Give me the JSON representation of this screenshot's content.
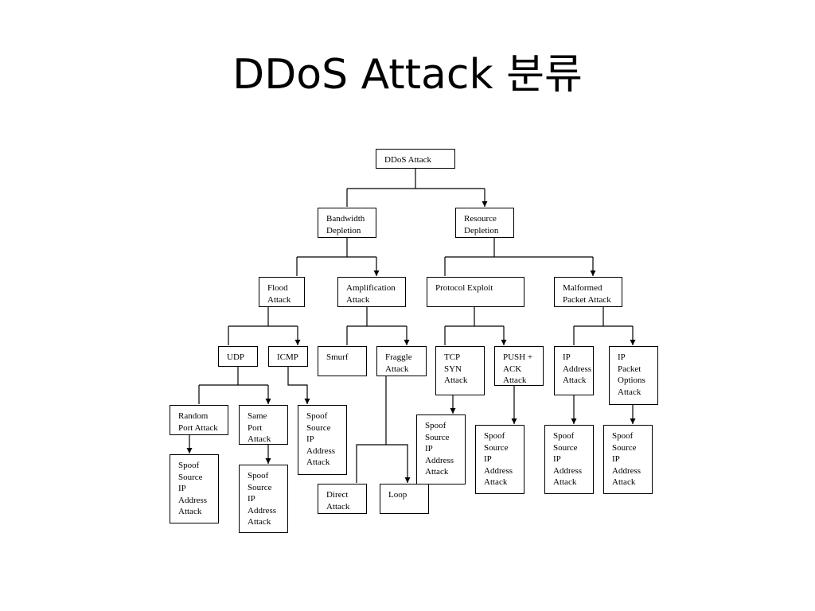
{
  "title": "DDoS Attack 분류",
  "diagram": {
    "nodes": {
      "root": [
        "DDoS Attack"
      ],
      "bandwidth": [
        "Bandwidth",
        "Depletion"
      ],
      "resource": [
        "Resource",
        "Depletion"
      ],
      "flood": [
        "Flood",
        "Attack"
      ],
      "amplification": [
        "Amplification",
        "Attack"
      ],
      "protocol": [
        "Protocol Exploit"
      ],
      "malformed": [
        "Malformed",
        "Packet Attack"
      ],
      "udp": [
        "UDP"
      ],
      "icmp": [
        "ICMP"
      ],
      "smurf": [
        "Smurf"
      ],
      "fraggle": [
        "Fraggle",
        "Attack"
      ],
      "tcpsyn": [
        "TCP",
        "SYN",
        "Attack"
      ],
      "pushack": [
        "PUSH +",
        "ACK",
        "Attack"
      ],
      "ipaddr": [
        "IP",
        "Address",
        "Attack"
      ],
      "ipopts": [
        "IP",
        "Packet",
        "Options",
        "Attack"
      ],
      "randomport": [
        "Random",
        "Port Attack"
      ],
      "sameport": [
        "Same",
        "Port",
        "Attack"
      ],
      "spoof_icmp": [
        "Spoof",
        "Source",
        "IP",
        "Address",
        "Attack"
      ],
      "spoof_tcp": [
        "Spoof",
        "Source",
        "IP",
        "Address",
        "Attack"
      ],
      "spoof_push": [
        "Spoof",
        "Source",
        "IP",
        "Address",
        "Attack"
      ],
      "spoof_ipaddr": [
        "Spoof",
        "Source",
        "IP",
        "Address",
        "Attack"
      ],
      "spoof_ipopts": [
        "Spoof",
        "Source",
        "IP",
        "Address",
        "Attack"
      ],
      "spoof_random": [
        "Spoof",
        "Source",
        "IP",
        "Address",
        "Attack"
      ],
      "spoof_same": [
        "Spoof",
        "Source",
        "IP",
        "Address",
        "Attack"
      ],
      "direct": [
        "Direct",
        "Attack"
      ],
      "loop": [
        "Loop"
      ]
    }
  }
}
